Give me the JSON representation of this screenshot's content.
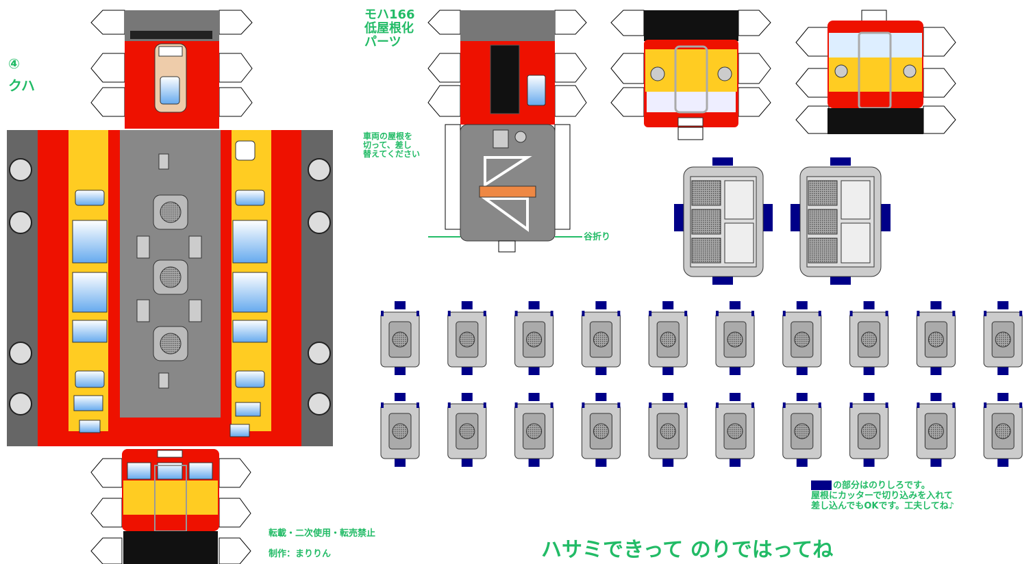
{
  "labels": {
    "circle_num": "④",
    "car_name": "クハ",
    "lowroof_title": [
      "モハ166",
      "低屋根化",
      "パーツ"
    ],
    "roof_instr": [
      "車両の屋根を",
      "切って、差し",
      "替えてください"
    ],
    "valley_fold": "谷折り",
    "glue_note": [
      "の部分はのりしろです。",
      "屋根にカッターで切り込みを入れて",
      "差し込んでもOKです。工夫してね♪"
    ],
    "copyright": "転載・二次使用・転売禁止",
    "author": "制作：まりりん",
    "instruction": "ハサミできって のりではってね"
  },
  "colors": {
    "red": "#ee1100",
    "yellow": "#ffcc22",
    "gray": "#888888",
    "dark": "#111111",
    "navy": "#000088",
    "green_text": "#22bb66",
    "window": "#66aaee",
    "cream": "#eeccaa"
  },
  "icons": {
    "bogie_tile": "bogie-part-icon",
    "roof_part": "roof-part-icon",
    "vent": "roof-vent-icon"
  }
}
